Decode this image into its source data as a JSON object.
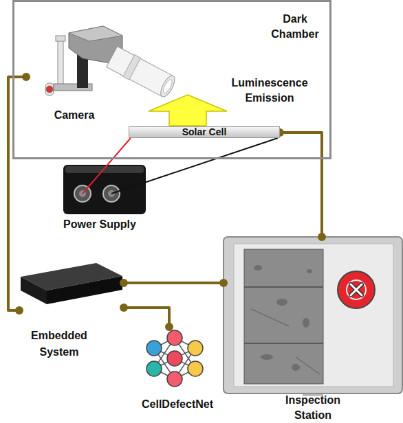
{
  "diagram": {
    "nodes": [
      {
        "text": [
          "Dark Chamber"
        ]
      },
      {
        "text": [
          "Camera"
        ],
        "in": 0
      },
      {
        "text": [
          "Solar Cell"
        ],
        "in": 0
      },
      {
        "text": [
          "Power Supply"
        ]
      },
      {
        "text": [
          "Embedded System"
        ]
      },
      {
        "text": [
          "CellDefectNet"
        ]
      },
      {
        "text": [
          "Inspection Station"
        ]
      }
    ],
    "edges": [
      {
        "from": 1,
        "to": 4,
        "arrow": "none"
      },
      {
        "from": 2,
        "to": 6,
        "arrow": "none"
      },
      {
        "from": 4,
        "to": 6,
        "arrow": "none"
      },
      {
        "from": 4,
        "to": 5,
        "arrow": "none"
      },
      {
        "from": 3,
        "to": 2,
        "arrow": "none"
      },
      {
        "from": 3,
        "to": 2,
        "arrow": "none"
      }
    ],
    "labels": [
      "Luminescence Emission"
    ]
  }
}
